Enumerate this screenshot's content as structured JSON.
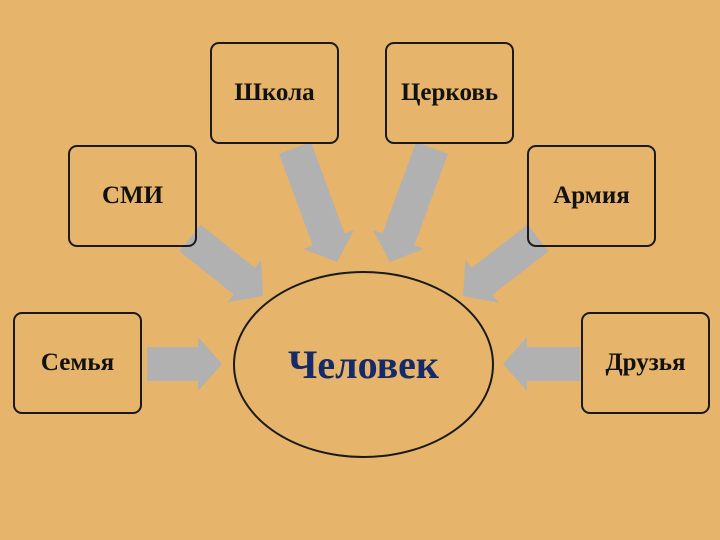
{
  "center": {
    "label": "Человек"
  },
  "nodes": [
    {
      "id": "family",
      "label": "Семья"
    },
    {
      "id": "media",
      "label": "СМИ"
    },
    {
      "id": "school",
      "label": "Школа"
    },
    {
      "id": "church",
      "label": "Церковь"
    },
    {
      "id": "army",
      "label": "Армия"
    },
    {
      "id": "friends",
      "label": "Друзья"
    }
  ],
  "colors": {
    "background": "#E6B46A",
    "arrow": "#B1B1B1",
    "center_text": "#152A6B"
  }
}
